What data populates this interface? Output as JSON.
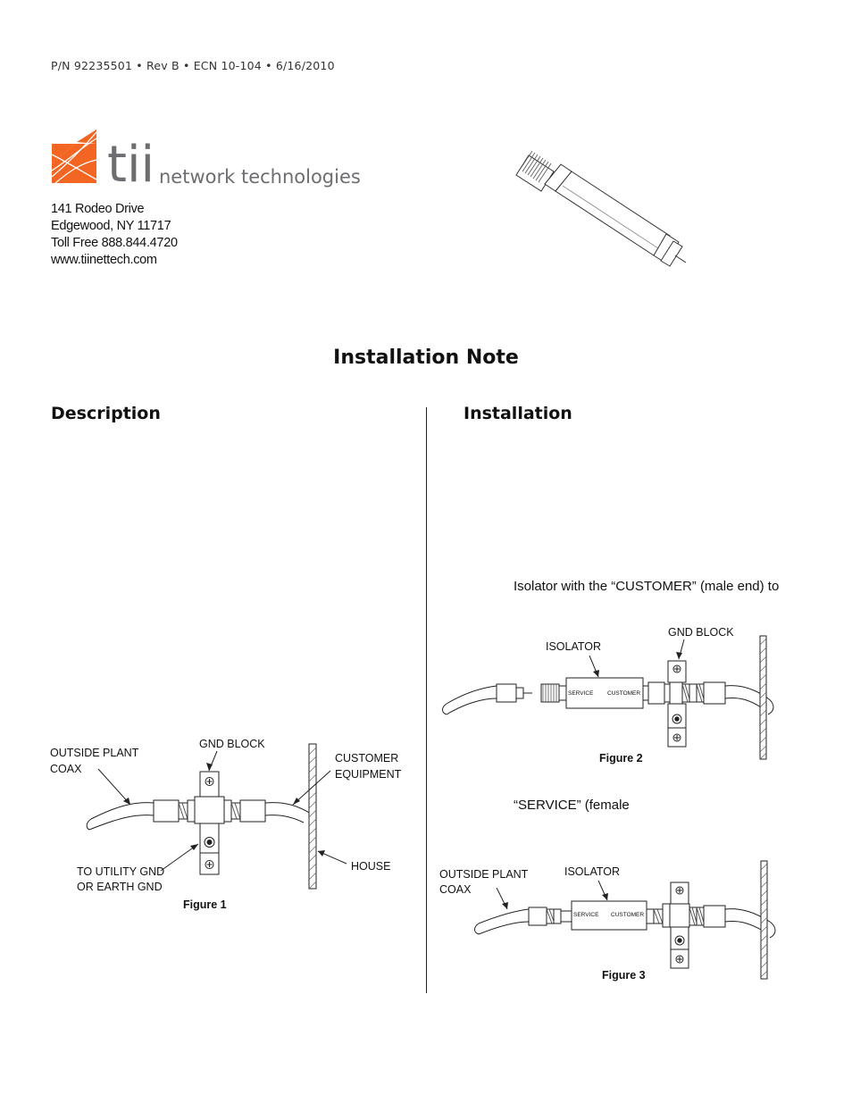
{
  "header": {
    "part_number_line": "P/N 92235501 • Rev B • ECN 10-104 • 6/16/2010"
  },
  "company": {
    "logo_text": "tii",
    "logo_tagline": "network technologies",
    "address_line1": "141 Rodeo Drive",
    "address_line2": "Edgewood, NY 11717",
    "address_line3": "Toll Free 888.844.4720",
    "address_line4": "www.tiinettech.com",
    "brand_color": "#f26522",
    "text_color": "#6d6e71"
  },
  "document": {
    "title": "Installation Note"
  },
  "description": {
    "heading": "Description"
  },
  "installation": {
    "heading": "Installation",
    "text_fragment_1": "Isolator with the “CUSTOMER” (male end) to",
    "text_fragment_2": "“SERVICE” (female"
  },
  "figure1": {
    "caption": "Figure 1",
    "label_outside_plant_1": "OUTSIDE PLANT",
    "label_outside_plant_2": "COAX",
    "label_gnd_block": "GND BLOCK",
    "label_customer_1": "CUSTOMER",
    "label_customer_2": "EQUIPMENT",
    "label_utility_1": "TO UTILITY GND",
    "label_utility_2": "OR EARTH GND",
    "label_house": "HOUSE"
  },
  "figure2": {
    "caption": "Figure 2",
    "label_isolator": "ISOLATOR",
    "label_gnd_block": "GND BLOCK",
    "iso_service": "SERVICE",
    "iso_customer": "CUSTOMER"
  },
  "figure3": {
    "caption": "Figure 3",
    "label_outside_plant_1": "OUTSIDE PLANT",
    "label_outside_plant_2": "COAX",
    "label_isolator": "ISOLATOR",
    "iso_service": "SERVICE",
    "iso_customer": "CUSTOMER"
  }
}
